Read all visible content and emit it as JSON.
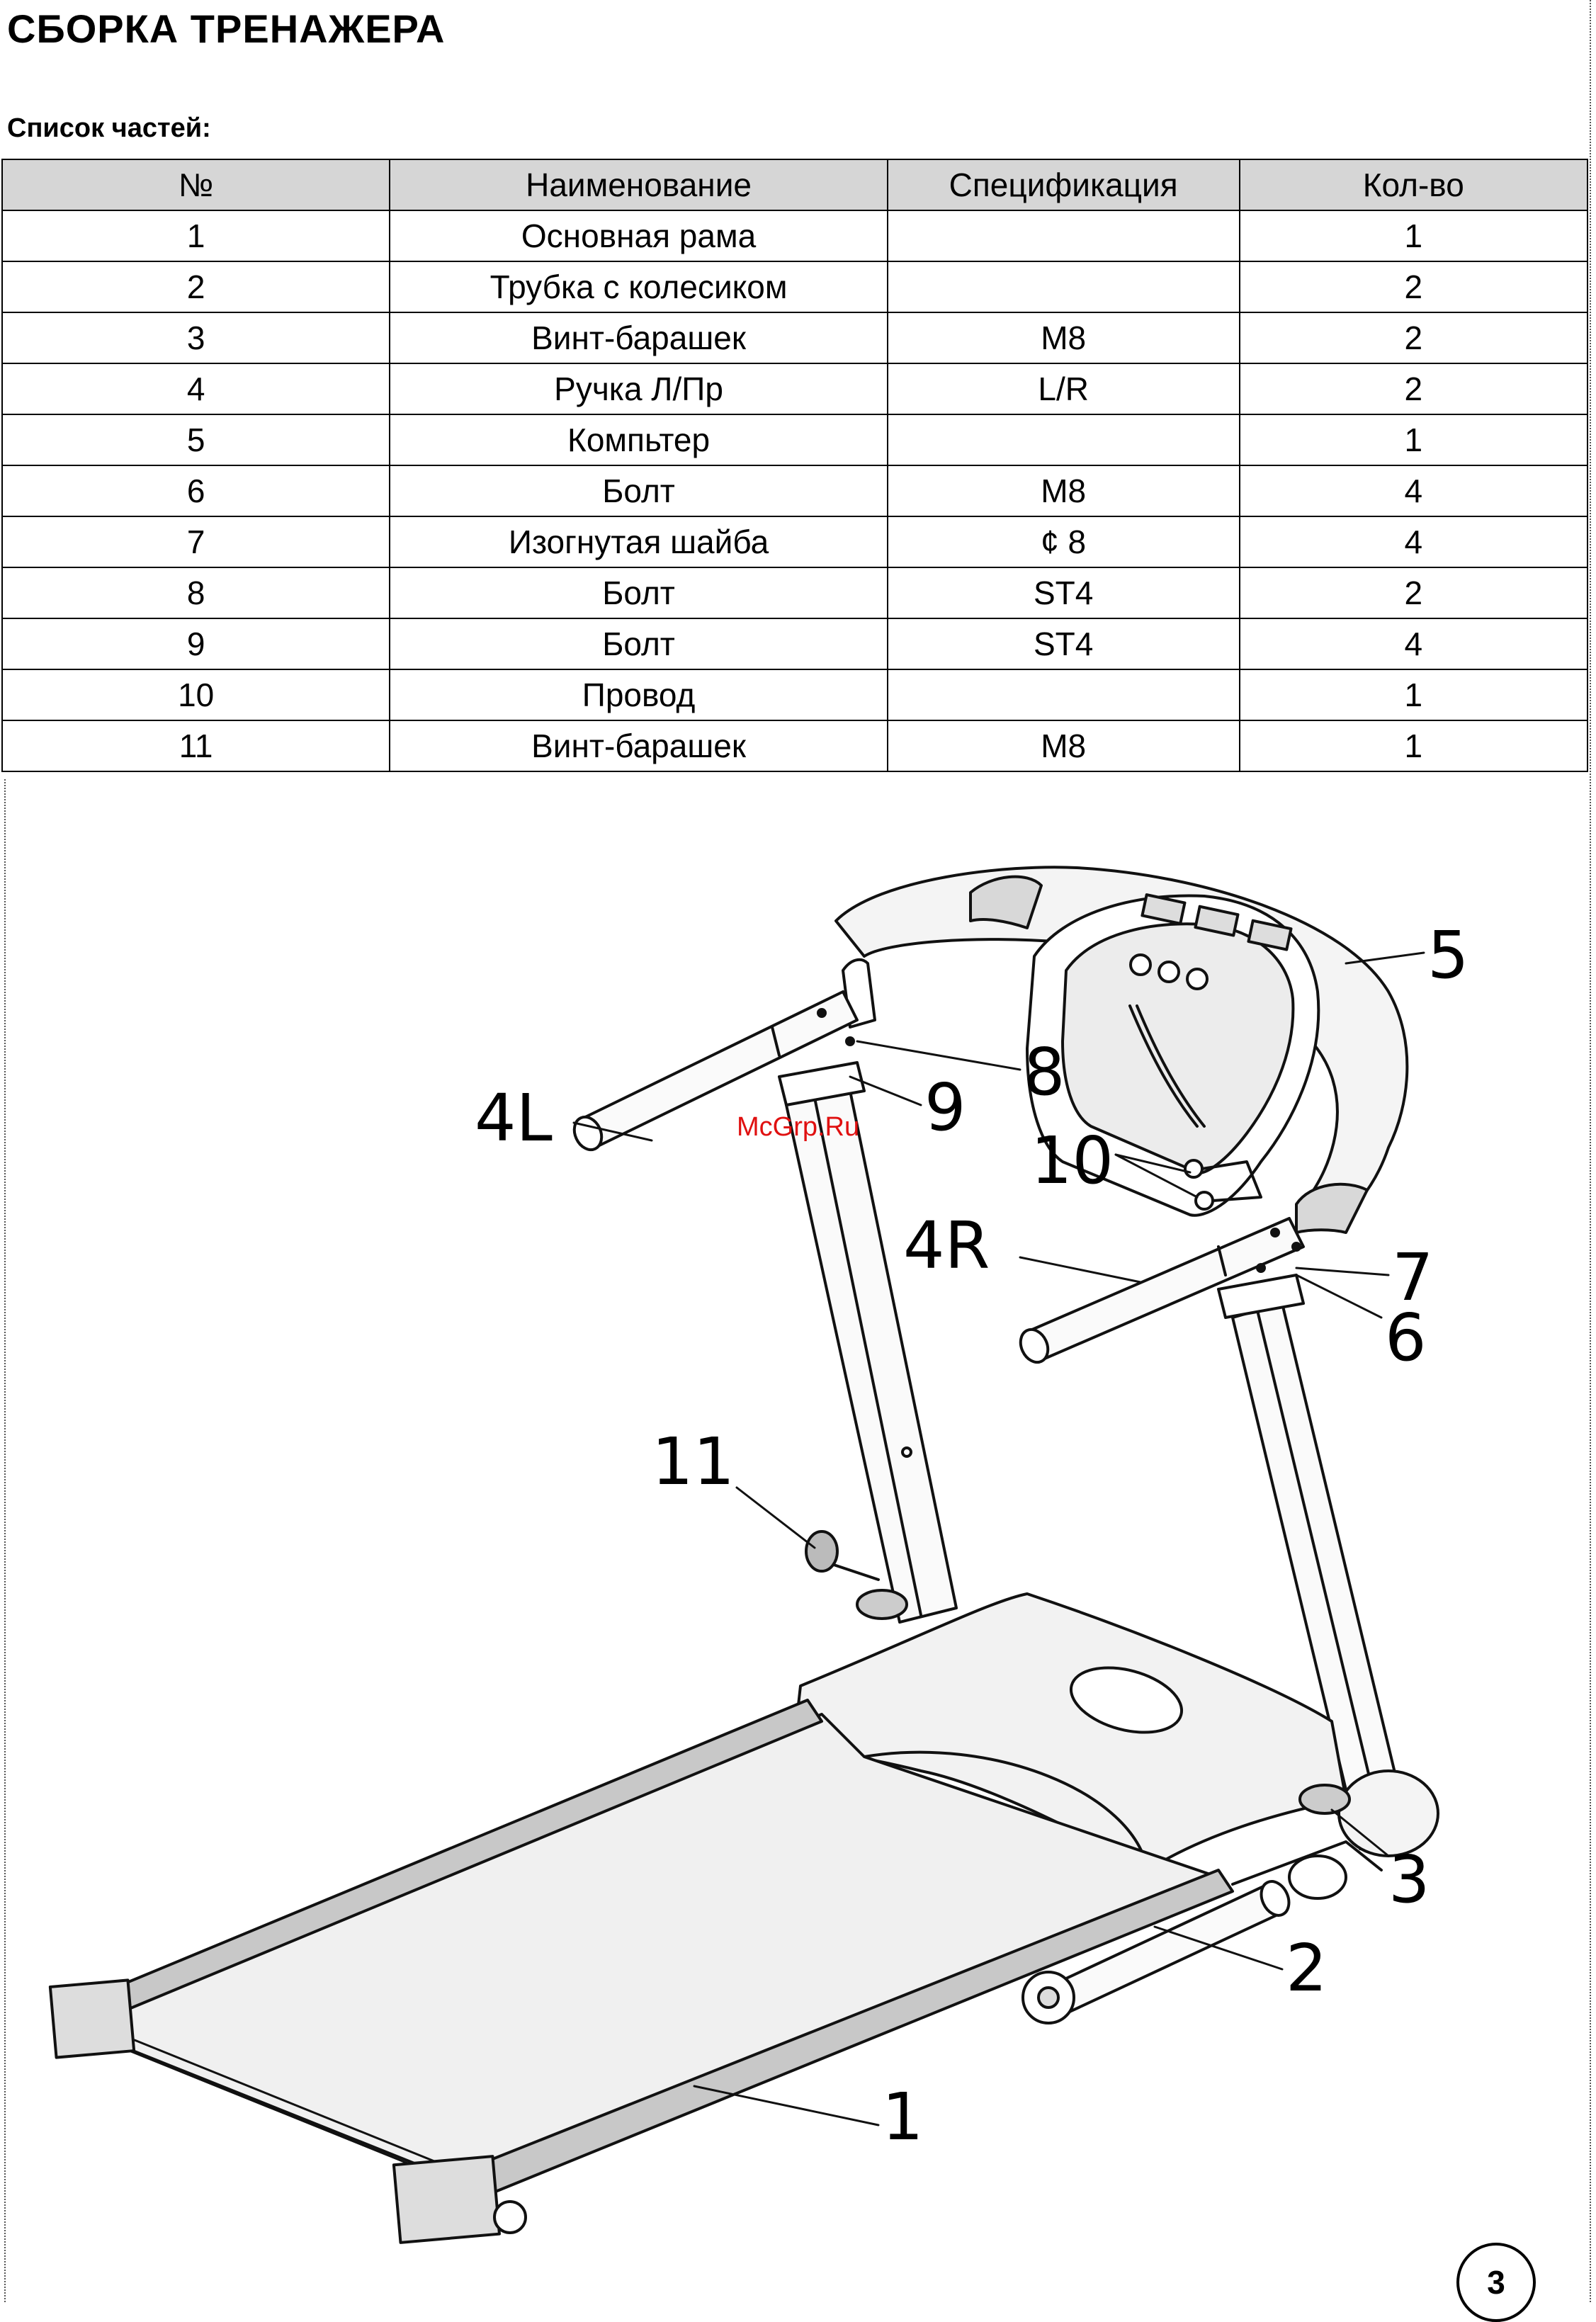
{
  "title": "СБОРКА ТРЕНАЖЕРА",
  "parts_list": {
    "heading": "Список частей:",
    "columns": [
      "№",
      "Наименование",
      "Спецификация",
      "Кол-во"
    ],
    "rows": [
      [
        "1",
        "Основная рама",
        "",
        "1"
      ],
      [
        "2",
        "Трубка с колесиком",
        "",
        "2"
      ],
      [
        "3",
        "Винт-барашек",
        "M8",
        "2"
      ],
      [
        "4",
        "Ручка Л/Пр",
        "L/R",
        "2"
      ],
      [
        "5",
        "Компьтер",
        "",
        "1"
      ],
      [
        "6",
        "Болт",
        "M8",
        "4"
      ],
      [
        "7",
        "Изогнутая шайба",
        "¢ 8",
        "4"
      ],
      [
        "8",
        "Болт",
        "ST4",
        "2"
      ],
      [
        "9",
        "Болт",
        "ST4",
        "4"
      ],
      [
        "10",
        "Провод",
        "",
        "1"
      ],
      [
        "11",
        "Винт-барашек",
        "M8",
        "1"
      ]
    ]
  },
  "diagram": {
    "callouts": [
      "5",
      "8",
      "4L",
      "9",
      "10",
      "4R",
      "7",
      "6",
      "11",
      "3",
      "2",
      "1"
    ]
  },
  "watermark": "McGrp.Ru",
  "page_number": "3"
}
